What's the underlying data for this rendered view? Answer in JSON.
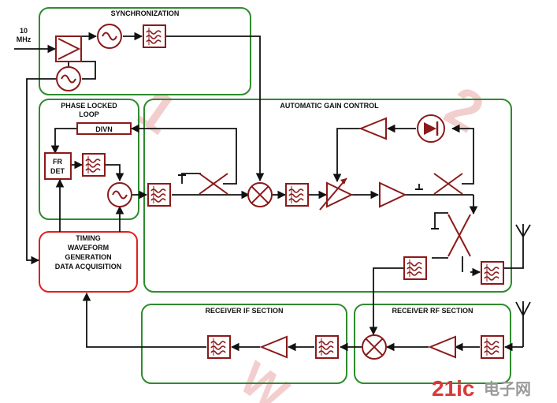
{
  "colors": {
    "section_border": "#2e8b2e",
    "component": "#8b1a1a",
    "signal_line": "#111111",
    "timing_border": "#e02020",
    "watermark": "#f2c9c9",
    "logo_red": "#d93a3a",
    "logo_gray": "#9a9a9a"
  },
  "input": {
    "label_line1": "10",
    "label_line2": "MHz"
  },
  "sections": {
    "sync": {
      "title": "SYNCHRONIZATION"
    },
    "pll": {
      "title_line1": "PHASE LOCKED",
      "title_line2": "LOOP"
    },
    "agc": {
      "title": "AUTOMATIC GAIN CONTROL"
    },
    "timing": {
      "line1": "TIMING",
      "line2": "WAVEFORM",
      "line3": "GENERATION",
      "line4": "DATA ACQUISITION"
    },
    "rx_if": {
      "title": "RECEIVER IF SECTION"
    },
    "rx_rf": {
      "title": "RECEIVER RF SECTION"
    }
  },
  "blocks": {
    "divn": "DIVN",
    "fr_det_line1": "FR",
    "fr_det_line2": "DET"
  },
  "logo": {
    "text_latin": "21ic",
    "text_cjk": "电子网"
  }
}
